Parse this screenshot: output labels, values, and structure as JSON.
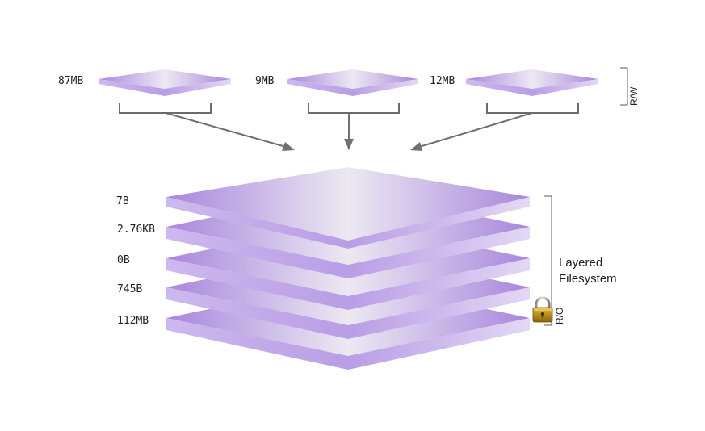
{
  "containers": [
    {
      "size_label": "87MB"
    },
    {
      "size_label": "9MB"
    },
    {
      "size_label": "12MB"
    }
  ],
  "rw_label": "R/W",
  "layers": [
    {
      "size_label": "7B"
    },
    {
      "size_label": "2.76KB"
    },
    {
      "size_label": "0B"
    },
    {
      "size_label": "745B"
    },
    {
      "size_label": "112MB"
    }
  ],
  "filesystem_label": {
    "line1": "Layered",
    "line2": "Filesystem"
  },
  "ro_label": "R/O",
  "colors": {
    "layer_edge": "#a988dc",
    "layer_mid": "#c8b4ea",
    "layer_highlight": "#ece8f2",
    "layer_side": "#d7c9ef",
    "arrow": "#707070",
    "lock_body": "#c89a18"
  },
  "icons": {
    "lock": "lock-icon"
  }
}
